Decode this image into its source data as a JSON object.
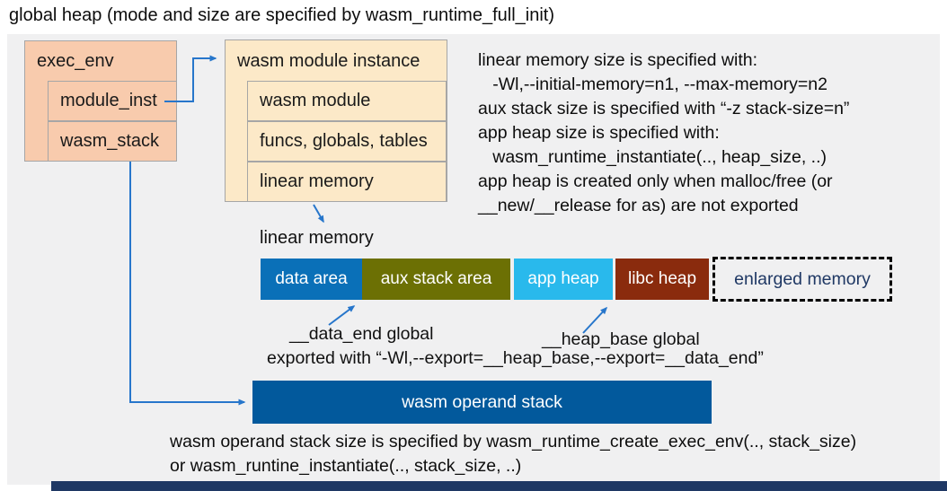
{
  "title": "global heap (mode and size are specified by wasm_runtime_full_init)",
  "exec_env": {
    "label": "exec_env",
    "module_inst": "module_inst",
    "wasm_stack": "wasm_stack"
  },
  "module_instance": {
    "label": "wasm module instance",
    "rows": [
      {
        "label": "wasm module"
      },
      {
        "label": "funcs, globals, tables"
      },
      {
        "label": "linear memory"
      }
    ]
  },
  "notes_right": {
    "lines": [
      "linear memory size is specified with:",
      "   -Wl,--initial-memory=n1, --max-memory=n2",
      "aux stack size is specified with “-z stack-size=n”",
      "app heap size is specified with:",
      "   wasm_runtime_instantiate(.., heap_size, ..)",
      "app heap is created only when malloc/free (or",
      "__new/__release for as) are not exported"
    ]
  },
  "linear_memory": {
    "label": "linear memory",
    "segments": [
      {
        "label": "data area",
        "color": "#0a70b8"
      },
      {
        "label": "aux stack area",
        "color": "#6c7004"
      },
      {
        "label": "app heap",
        "color": "#29b9ec"
      },
      {
        "label": "libc heap",
        "color": "#8a2b0d"
      }
    ],
    "enlarged": {
      "label": "enlarged memory",
      "text_color": "#1f3864"
    }
  },
  "annotations": {
    "data_end": "__data_end global",
    "heap_base": "__heap_base global",
    "export_line": "exported with “-Wl,--export=__heap_base,--export=__data_end”"
  },
  "operand_stack": {
    "label": "wasm operand stack",
    "color": "#02599c",
    "note_line1": "wasm operand stack size is specified by wasm_runtime_create_exec_env(.., stack_size)",
    "note_line2": "or wasm_runtine_instantiate(.., stack_size, ..)"
  },
  "colors": {
    "panel_bg": "#f0f0f1",
    "box_pink": "#f8cbad",
    "box_cream": "#fce9c8",
    "box_border": "#a6a6a6",
    "arrow_blue": "#2776cb",
    "bottom_strip": "#1f3864"
  }
}
